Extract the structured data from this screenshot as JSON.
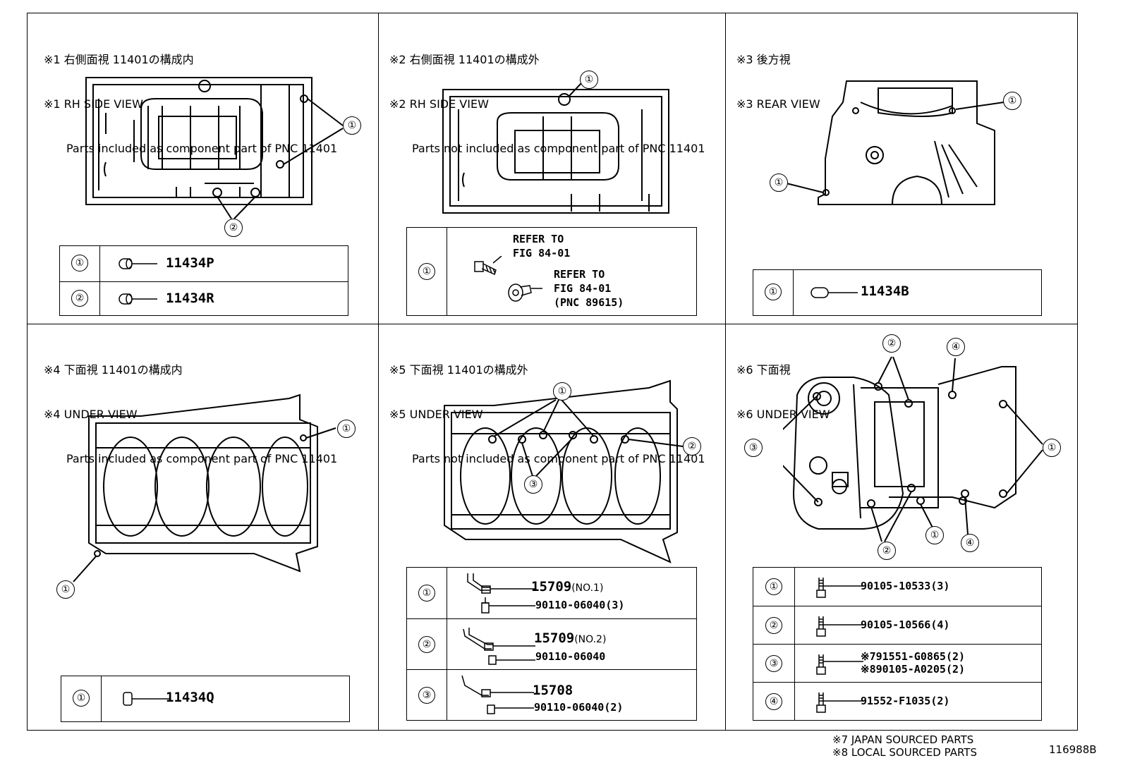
{
  "panels": {
    "p1": {
      "line1": "※1 右側面視 11401の構成内",
      "line2": "※1 RH SIDE VIEW",
      "line3": "Parts included as component part of PNC 11401",
      "rows": [
        {
          "idx": "①",
          "part": "11434P"
        },
        {
          "idx": "②",
          "part": "11434R"
        }
      ],
      "callouts": [
        "①",
        "②"
      ]
    },
    "p2": {
      "line1": "※2 右側面視 11401の構成外",
      "line2": "※2 RH SIDE VIEW",
      "line3": "Parts not included as component part of PNC 11401",
      "rows": [
        {
          "idx": "①",
          "refer1": "REFER TO\nFIG 84-01",
          "refer2": "REFER TO\nFIG 84-01\n(PNC 89615)"
        }
      ],
      "callouts": [
        "①"
      ]
    },
    "p3": {
      "line1": "※3 後方視",
      "line2": "※3 REAR VIEW",
      "rows": [
        {
          "idx": "①",
          "part": "11434B"
        }
      ],
      "callouts": [
        "①",
        "①"
      ]
    },
    "p4": {
      "line1": "※4 下面視 11401の構成内",
      "line2": "※4 UNDER VIEW",
      "line3": "Parts included as component part of PNC 11401",
      "rows": [
        {
          "idx": "①",
          "part": "11434Q"
        }
      ],
      "callouts": [
        "①",
        "①"
      ]
    },
    "p5": {
      "line1": "※5 下面視 11401の構成外",
      "line2": "※5 UNDER VIEW",
      "line3": "Parts not included as component part of PNC 11401",
      "rows": [
        {
          "idx": "①",
          "part": "15709",
          "suffix": "(NO.1)",
          "bolt": "90110-06040(3)"
        },
        {
          "idx": "②",
          "part": "15709",
          "suffix": "(NO.2)",
          "bolt": "90110-06040"
        },
        {
          "idx": "③",
          "part": "15708",
          "suffix": "",
          "bolt": "90110-06040(2)"
        }
      ],
      "callouts": [
        "①",
        "②",
        "③"
      ]
    },
    "p6": {
      "line1": "※6 下面視",
      "line2": "※6 UNDER VIEW",
      "rows": [
        {
          "idx": "①",
          "part": "90105-10533(3)"
        },
        {
          "idx": "②",
          "part": "90105-10566(4)"
        },
        {
          "idx": "③",
          "part": "※791551-G0865(2)",
          "part2": "※890105-A0205(2)"
        },
        {
          "idx": "④",
          "part": "91552-F1035(2)"
        }
      ],
      "callouts": [
        "②",
        "④",
        "③",
        "①",
        "②",
        "①",
        "④"
      ]
    }
  },
  "footer": {
    "note7": "※7 JAPAN SOURCED PARTS",
    "note8": "※8 LOCAL SOURCED PARTS",
    "fig_id": "116988B"
  }
}
